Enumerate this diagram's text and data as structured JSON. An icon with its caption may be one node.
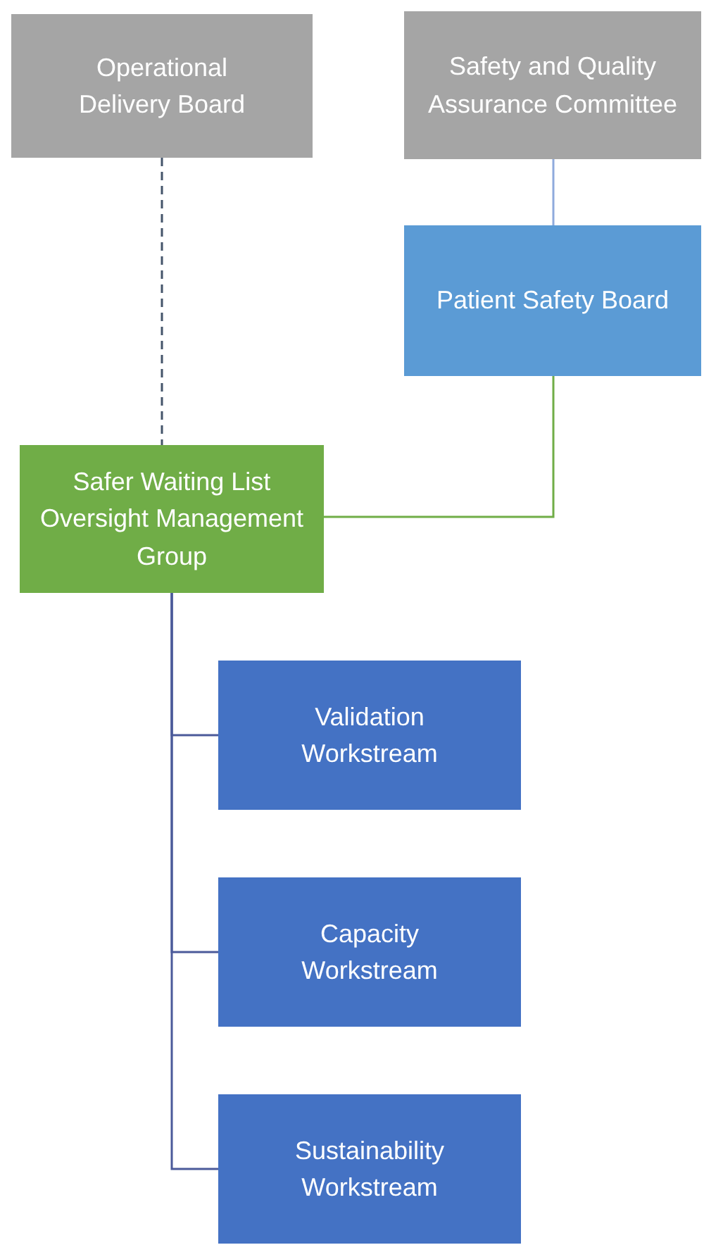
{
  "diagram": {
    "nodes": [
      {
        "text": [
          "Operational Delivery Board"
        ]
      },
      {
        "text": [
          "Safety and Quality Assurance Committee"
        ]
      },
      {
        "text": [
          "Patient Safety Board"
        ]
      },
      {
        "text": [
          "Safer Waiting List Oversight Management Group"
        ]
      },
      {
        "text": [
          "Validation Workstream"
        ]
      },
      {
        "text": [
          "Capacity Workstream"
        ]
      },
      {
        "text": [
          "Sustainability Workstream"
        ]
      }
    ],
    "edges": [
      {
        "from": 0,
        "to": 3,
        "arrow": "none",
        "style": "dashed",
        "color": "#44546a"
      },
      {
        "from": 1,
        "to": 2,
        "arrow": "none",
        "color": "#8faadc"
      },
      {
        "from": 2,
        "to": 3,
        "arrow": "none",
        "color": "#70ad47"
      },
      {
        "from": 3,
        "to": 4,
        "arrow": "none"
      },
      {
        "from": 3,
        "to": 5,
        "arrow": "none"
      },
      {
        "from": 3,
        "to": 6,
        "arrow": "none"
      }
    ]
  }
}
